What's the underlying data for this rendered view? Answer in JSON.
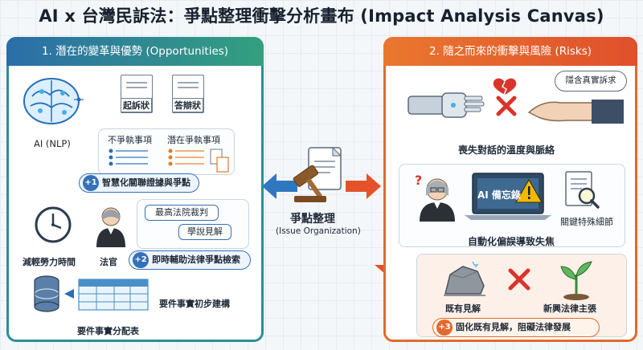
{
  "title": "AI x 台灣民訴法：爭點整理衝擊分析畫布 (Impact Analysis Canvas)",
  "center": {
    "label": "爭點整理",
    "sublabel": "(Issue Organization)"
  },
  "left": {
    "header": "1. 潛在的變革與優勢 (Opportunities)",
    "ai_label": "AI (NLP)",
    "doc1": "起訴狀",
    "doc2": "答辯狀",
    "col1": "不爭執事項",
    "col2": "潛在爭執事項",
    "badge1_num": "+1",
    "badge1_text": "智慧化關聯證據與爭點",
    "clock_label": "減輕勞力時間",
    "judge_label": "法官",
    "pill1": "最高法院裁判",
    "pill2": "學說見解",
    "badge2_num": "+2",
    "badge2_text": "即時輔助法律爭點檢索",
    "table_text": "要件事實初步建構",
    "table_label": "要件事實分配表"
  },
  "right": {
    "header": "2. 隨之而來的衝擊與風險 (Risks)",
    "speech": "隱含真實訴求",
    "r1_label": "喪失對話的溫度與脈絡",
    "memo": "AI 備忘錄",
    "detail_label": "關鍵特殊細節",
    "r2_label": "自動化偏誤導致失焦",
    "rock_label": "既有見解",
    "sprout_label": "新興法律主張",
    "badge3_num": "+3",
    "badge3_text": "固化既有見解，阻礙法律發展"
  },
  "colors": {
    "teal": "#2c8f95",
    "blue": "#3570b8",
    "orange": "#e26a2c",
    "red": "#d9342b"
  }
}
